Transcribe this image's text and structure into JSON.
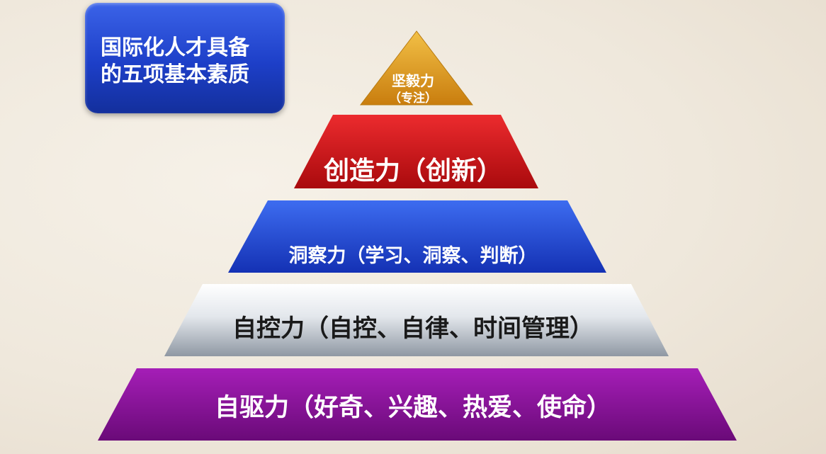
{
  "title_box": {
    "line1": "国际化人才具备",
    "line2": "的五项基本素质"
  },
  "pyramid": {
    "tiers": [
      {
        "label": "坚毅力",
        "sublabel": "（专注）",
        "color": "#e19a1c"
      },
      {
        "label": "创造力（创新）",
        "color": "#d41418"
      },
      {
        "label": "洞察力（学习、洞察、判断）",
        "color": "#1c48d6"
      },
      {
        "label": "自控力（自控、自律、时间管理）",
        "color": "#d8dde4"
      },
      {
        "label": "自驱力（好奇、兴趣、热爱、使命）",
        "color": "#8b0f9a"
      }
    ]
  }
}
